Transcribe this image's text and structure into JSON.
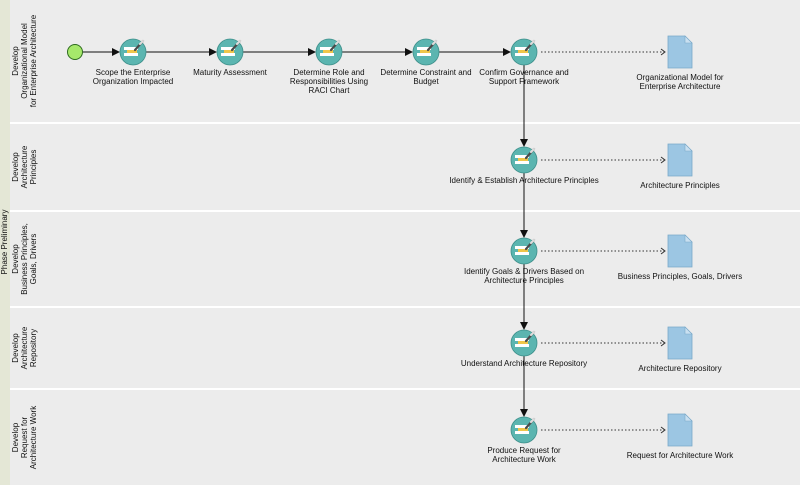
{
  "pool": {
    "label": "Phase Preliminary"
  },
  "lanes": [
    {
      "lines": [
        "Develop",
        "Organizational Model",
        "for Enterprise Architecture"
      ]
    },
    {
      "lines": [
        "Develop",
        "Architecture",
        "Principles"
      ]
    },
    {
      "lines": [
        "Develop",
        "Business Principles,",
        "Goals, Drivers"
      ]
    },
    {
      "lines": [
        "Develop",
        "Architecture",
        "Repository"
      ]
    },
    {
      "lines": [
        "Develop",
        "Request for",
        "Architecture Work"
      ]
    }
  ],
  "tasks": [
    {
      "id": "t1",
      "lines": [
        "Scope the Enterprise",
        "Organization Impacted"
      ]
    },
    {
      "id": "t2",
      "lines": [
        "Maturity Assessment"
      ]
    },
    {
      "id": "t3",
      "lines": [
        "Determine Role and",
        "Responsibilities Using",
        "RACI Chart"
      ]
    },
    {
      "id": "t4",
      "lines": [
        "Determine Constraint and",
        "Budget"
      ]
    },
    {
      "id": "t5",
      "lines": [
        "Confirm Governance and",
        "Support Framework"
      ]
    },
    {
      "id": "t6",
      "lines": [
        "Identify & Establish Architecture Principles"
      ]
    },
    {
      "id": "t7",
      "lines": [
        "Identify Goals & Drivers Based on",
        "Architecture Principles"
      ]
    },
    {
      "id": "t8",
      "lines": [
        "Understand Architecture Repository"
      ]
    },
    {
      "id": "t9",
      "lines": [
        "Produce Request for",
        "Architecture Work"
      ]
    }
  ],
  "documents": [
    {
      "id": "d1",
      "lines": [
        "Organizational Model for",
        "Enterprise Architecture"
      ]
    },
    {
      "id": "d2",
      "lines": [
        "Architecture Principles"
      ]
    },
    {
      "id": "d3",
      "lines": [
        "Business Principles, Goals, Drivers"
      ]
    },
    {
      "id": "d4",
      "lines": [
        "Architecture Repository"
      ]
    },
    {
      "id": "d5",
      "lines": [
        "Request for Architecture Work"
      ]
    }
  ],
  "colors": {
    "task_fill": "#5bb5b0",
    "task_stripe": "#ffffff",
    "task_accent": "#f0c64a",
    "start_fill": "#a6e86b",
    "start_stroke": "#2e6b1f",
    "document_fill": "#9cc6e3",
    "document_fold": "#c9e0f1",
    "pool_band": "#e4e7d6",
    "lane_fill": "#ececec"
  },
  "icons": {
    "task": "pencil-icon",
    "start": "start-event-icon",
    "document": "document-icon"
  }
}
